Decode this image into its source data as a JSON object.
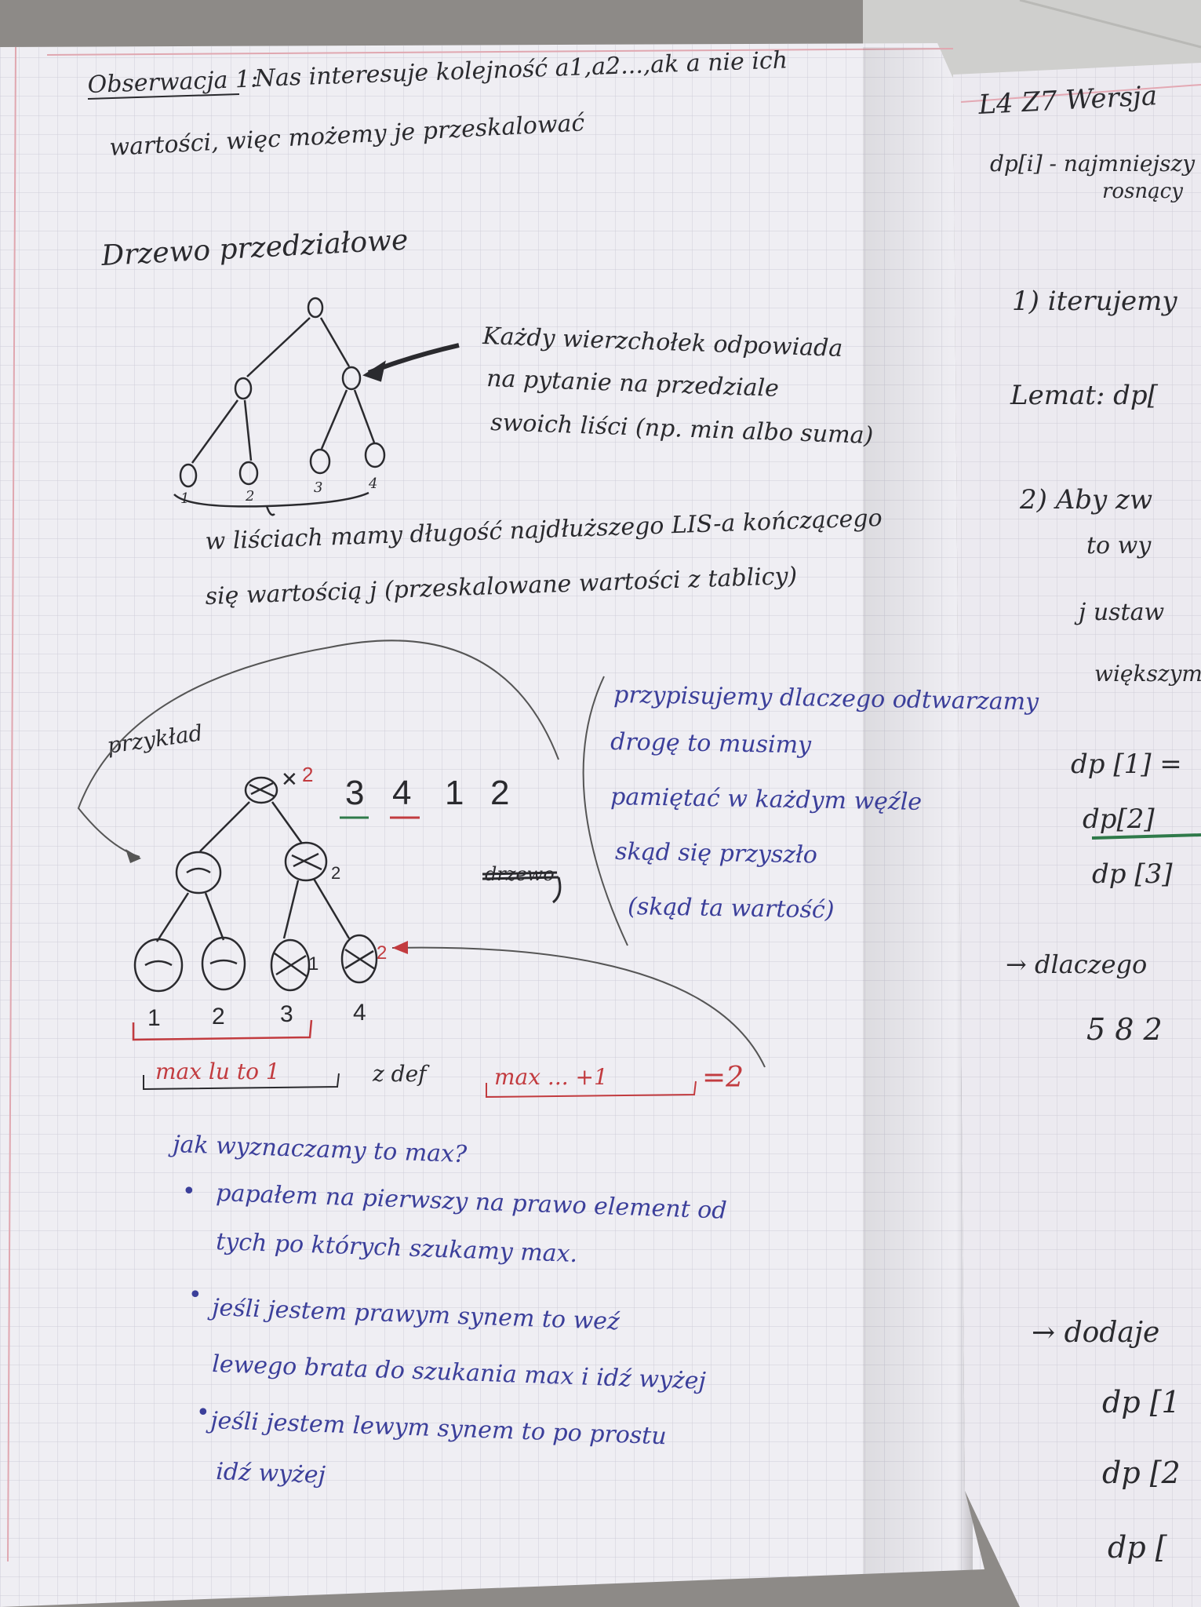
{
  "colors": {
    "background": "#8d8a87",
    "paper": "#efeef3",
    "grid": "#c9c8d4",
    "margin_line": "#e0a7b0",
    "black_ink": "#2a2a2e",
    "blue_ink": "#3b3f9a",
    "red_ink": "#c23b3f",
    "green_ink": "#2f7a4a"
  },
  "left_page": {
    "observation": {
      "label": "Obserwacja 1:",
      "line1": "Nas interesuje kolejność a1,a2...,ak a nie ich",
      "line2": "wartości, więc możemy je przeskalować"
    },
    "tree_heading": "Drzewo przedziałowe",
    "tree_note": [
      "Każdy wierzchołek odpowiada",
      "na pytanie na przedziale",
      "swoich liści (np. min albo suma)"
    ],
    "leaf_numbers": [
      "1",
      "2",
      "3",
      "4"
    ],
    "leaves_sentence": [
      "w liściach mamy długość najdłuższego LIS-a kończącego",
      "się wartością j (przeskalowane wartości z tablicy)"
    ],
    "example_label": "przykład",
    "sequence": [
      "3",
      "4",
      "1",
      "2"
    ],
    "node_marks": {
      "root": "2",
      "right_mid": "2",
      "leaf3": "1",
      "leaf4": "2"
    },
    "crossed_word": "drzewo",
    "blue_note": [
      "przypisujemy dlaczego odtwarzamy",
      "drogę to musimy",
      "pamiętać w każdym węźle",
      "skąd się przyszło",
      "(skąd ta wartość)"
    ],
    "bottom_leaf_numbers": [
      "1",
      "2",
      "3",
      "4"
    ],
    "max_line": {
      "first": "max lu to 1",
      "middle": "z def",
      "second": "max ... +1",
      "result": "=2"
    },
    "question": "jak wyznaczamy to max?",
    "bullets": [
      [
        "papałem na pierwszy na prawo element od",
        "tych po których szukamy max."
      ],
      [
        "jeśli jestem prawym synem to weź",
        "lewego brata do szukania max i idź wyżej"
      ],
      [
        "jeśli jestem lewym synem to po prostu",
        "idź wyżej"
      ]
    ]
  },
  "right_page": {
    "header": "L4 Z7 Wersja",
    "lines": [
      "dp[i] - najmniejszy",
      "rosnący",
      "1) iterujemy",
      "Lemat: dp[",
      "2) Aby zw",
      "to wy",
      "j ustaw",
      "większym",
      "dp [1] =",
      "dp[2]",
      "dp [3]",
      "→ dlaczego",
      "5 8 2",
      "→ dodaje",
      "dp [1",
      "dp [2",
      "dp ["
    ]
  }
}
